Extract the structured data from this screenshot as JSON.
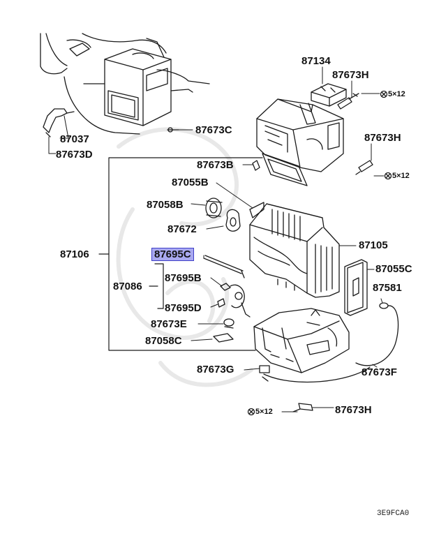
{
  "diagram": {
    "code": "3E9FCA0",
    "screw_spec": "5×12",
    "highlighted_part": "87695C",
    "callouts": [
      {
        "id": "c87037",
        "label": "87037"
      },
      {
        "id": "c87673D",
        "label": "87673D"
      },
      {
        "id": "c87673C",
        "label": "87673C"
      },
      {
        "id": "c87134",
        "label": "87134"
      },
      {
        "id": "c87673H_top",
        "label": "87673H"
      },
      {
        "id": "c87673H_right",
        "label": "87673H"
      },
      {
        "id": "c87673B",
        "label": "87673B"
      },
      {
        "id": "c87055B",
        "label": "87055B"
      },
      {
        "id": "c87058B",
        "label": "87058B"
      },
      {
        "id": "c87672",
        "label": "87672"
      },
      {
        "id": "c87106",
        "label": "87106"
      },
      {
        "id": "c87695C",
        "label": "87695C"
      },
      {
        "id": "c87105",
        "label": "87105"
      },
      {
        "id": "c87055C",
        "label": "87055C"
      },
      {
        "id": "c87086",
        "label": "87086"
      },
      {
        "id": "c87695B",
        "label": "87695B"
      },
      {
        "id": "c87581",
        "label": "87581"
      },
      {
        "id": "c87695D",
        "label": "87695D"
      },
      {
        "id": "c87673E",
        "label": "87673E"
      },
      {
        "id": "c87058C",
        "label": "87058C"
      },
      {
        "id": "c87673F",
        "label": "87673F"
      },
      {
        "id": "c87673G",
        "label": "87673G"
      },
      {
        "id": "c87673H_bottom",
        "label": "87673H"
      }
    ]
  }
}
